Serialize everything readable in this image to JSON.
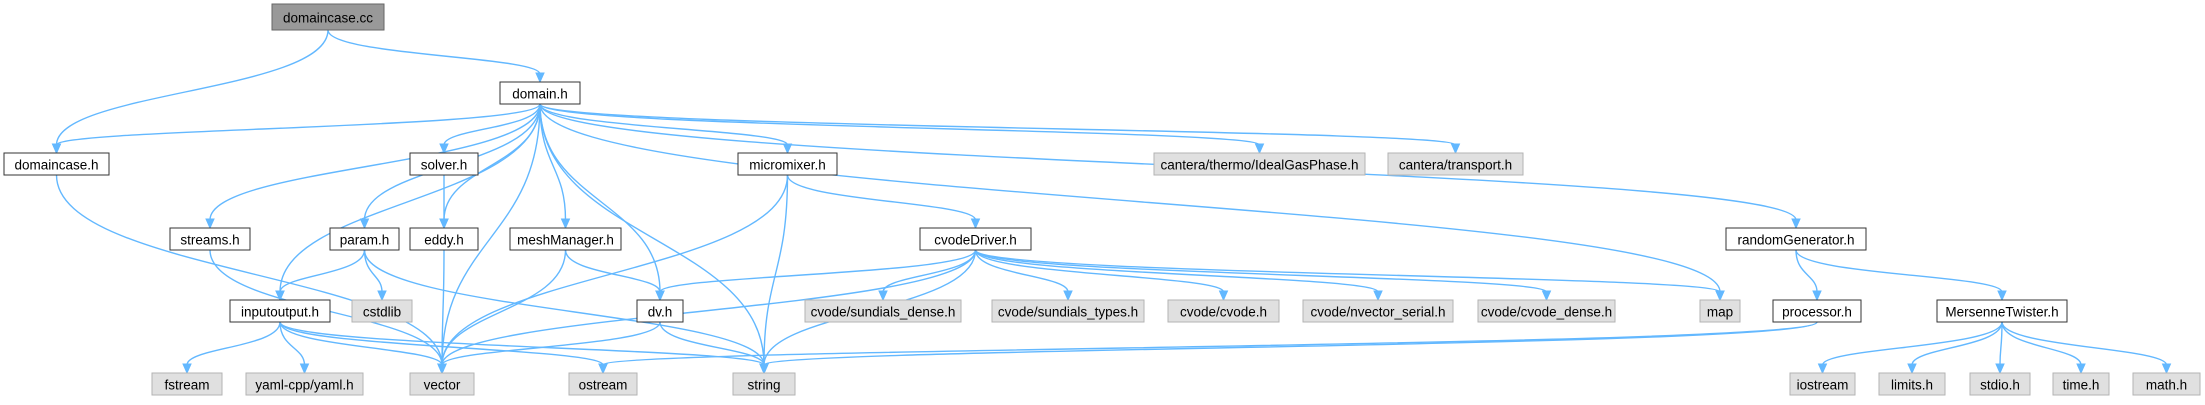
{
  "graph": {
    "colors": {
      "edge": "#63b8ff",
      "root_fill": "#999999",
      "header_fill": "#ffffff",
      "external_fill": "#e0e0e0"
    },
    "nodes": [
      {
        "id": "domaincase_cc",
        "label": "domaincase.cc",
        "kind": "root"
      },
      {
        "id": "domain_h",
        "label": "domain.h",
        "kind": "header"
      },
      {
        "id": "domaincase_h",
        "label": "domaincase.h",
        "kind": "header"
      },
      {
        "id": "streams_h",
        "label": "streams.h",
        "kind": "header"
      },
      {
        "id": "param_h",
        "label": "param.h",
        "kind": "header"
      },
      {
        "id": "solver_h",
        "label": "solver.h",
        "kind": "header"
      },
      {
        "id": "eddy_h",
        "label": "eddy.h",
        "kind": "header"
      },
      {
        "id": "meshManager_h",
        "label": "meshManager.h",
        "kind": "header"
      },
      {
        "id": "micromixer_h",
        "label": "micromixer.h",
        "kind": "header"
      },
      {
        "id": "cvodeDriver_h",
        "label": "cvodeDriver.h",
        "kind": "header"
      },
      {
        "id": "inputoutput_h",
        "label": "inputoutput.h",
        "kind": "header"
      },
      {
        "id": "dv_h",
        "label": "dv.h",
        "kind": "header"
      },
      {
        "id": "randomGenerator_h",
        "label": "randomGenerator.h",
        "kind": "header"
      },
      {
        "id": "processor_h",
        "label": "processor.h",
        "kind": "header"
      },
      {
        "id": "MersenneTwister_h",
        "label": "MersenneTwister.h",
        "kind": "header"
      },
      {
        "id": "cantera_thermo",
        "label": "cantera/thermo/IdealGasPhase.h",
        "kind": "external"
      },
      {
        "id": "cantera_transport",
        "label": "cantera/transport.h",
        "kind": "external"
      },
      {
        "id": "cstdlib",
        "label": "cstdlib",
        "kind": "external"
      },
      {
        "id": "fstream",
        "label": "fstream",
        "kind": "external"
      },
      {
        "id": "yaml",
        "label": "yaml-cpp/yaml.h",
        "kind": "external"
      },
      {
        "id": "vector",
        "label": "vector",
        "kind": "external"
      },
      {
        "id": "ostream",
        "label": "ostream",
        "kind": "external"
      },
      {
        "id": "string",
        "label": "string",
        "kind": "external"
      },
      {
        "id": "sundials_dense",
        "label": "cvode/sundials_dense.h",
        "kind": "external"
      },
      {
        "id": "sundials_types",
        "label": "cvode/sundials_types.h",
        "kind": "external"
      },
      {
        "id": "cvode_h",
        "label": "cvode/cvode.h",
        "kind": "external"
      },
      {
        "id": "nvector_serial",
        "label": "cvode/nvector_serial.h",
        "kind": "external"
      },
      {
        "id": "cvode_dense",
        "label": "cvode/cvode_dense.h",
        "kind": "external"
      },
      {
        "id": "map",
        "label": "map",
        "kind": "external"
      },
      {
        "id": "iostream",
        "label": "iostream",
        "kind": "external"
      },
      {
        "id": "limits_h",
        "label": "limits.h",
        "kind": "external"
      },
      {
        "id": "stdio_h",
        "label": "stdio.h",
        "kind": "external"
      },
      {
        "id": "time_h",
        "label": "time.h",
        "kind": "external"
      },
      {
        "id": "math_h",
        "label": "math.h",
        "kind": "external"
      }
    ],
    "edges": [
      [
        "domaincase_cc",
        "domain_h"
      ],
      [
        "domaincase_cc",
        "domaincase_h"
      ],
      [
        "domain_h",
        "domaincase_h"
      ],
      [
        "domain_h",
        "streams_h"
      ],
      [
        "domain_h",
        "param_h"
      ],
      [
        "domain_h",
        "solver_h"
      ],
      [
        "domain_h",
        "eddy_h"
      ],
      [
        "domain_h",
        "meshManager_h"
      ],
      [
        "domain_h",
        "micromixer_h"
      ],
      [
        "domain_h",
        "inputoutput_h"
      ],
      [
        "domain_h",
        "dv_h"
      ],
      [
        "domain_h",
        "vector"
      ],
      [
        "domain_h",
        "string"
      ],
      [
        "domain_h",
        "map"
      ],
      [
        "domain_h",
        "cantera_thermo"
      ],
      [
        "domain_h",
        "cantera_transport"
      ],
      [
        "domain_h",
        "randomGenerator_h"
      ],
      [
        "domaincase_h",
        "vector"
      ],
      [
        "streams_h",
        "vector"
      ],
      [
        "param_h",
        "inputoutput_h"
      ],
      [
        "param_h",
        "cstdlib"
      ],
      [
        "param_h",
        "string"
      ],
      [
        "solver_h",
        "eddy_h"
      ],
      [
        "eddy_h",
        "vector"
      ],
      [
        "meshManager_h",
        "dv_h"
      ],
      [
        "meshManager_h",
        "vector"
      ],
      [
        "micromixer_h",
        "cvodeDriver_h"
      ],
      [
        "micromixer_h",
        "vector"
      ],
      [
        "micromixer_h",
        "string"
      ],
      [
        "cvodeDriver_h",
        "dv_h"
      ],
      [
        "cvodeDriver_h",
        "vector"
      ],
      [
        "cvodeDriver_h",
        "string"
      ],
      [
        "cvodeDriver_h",
        "sundials_dense"
      ],
      [
        "cvodeDriver_h",
        "sundials_types"
      ],
      [
        "cvodeDriver_h",
        "cvode_h"
      ],
      [
        "cvodeDriver_h",
        "nvector_serial"
      ],
      [
        "cvodeDriver_h",
        "cvode_dense"
      ],
      [
        "cvodeDriver_h",
        "map"
      ],
      [
        "inputoutput_h",
        "fstream"
      ],
      [
        "inputoutput_h",
        "yaml"
      ],
      [
        "inputoutput_h",
        "vector"
      ],
      [
        "inputoutput_h",
        "ostream"
      ],
      [
        "inputoutput_h",
        "string"
      ],
      [
        "dv_h",
        "vector"
      ],
      [
        "dv_h",
        "string"
      ],
      [
        "randomGenerator_h",
        "processor_h"
      ],
      [
        "randomGenerator_h",
        "MersenneTwister_h"
      ],
      [
        "processor_h",
        "string"
      ],
      [
        "processor_h",
        "ostream"
      ],
      [
        "MersenneTwister_h",
        "iostream"
      ],
      [
        "MersenneTwister_h",
        "limits_h"
      ],
      [
        "MersenneTwister_h",
        "stdio_h"
      ],
      [
        "MersenneTwister_h",
        "time_h"
      ],
      [
        "MersenneTwister_h",
        "math_h"
      ]
    ]
  }
}
